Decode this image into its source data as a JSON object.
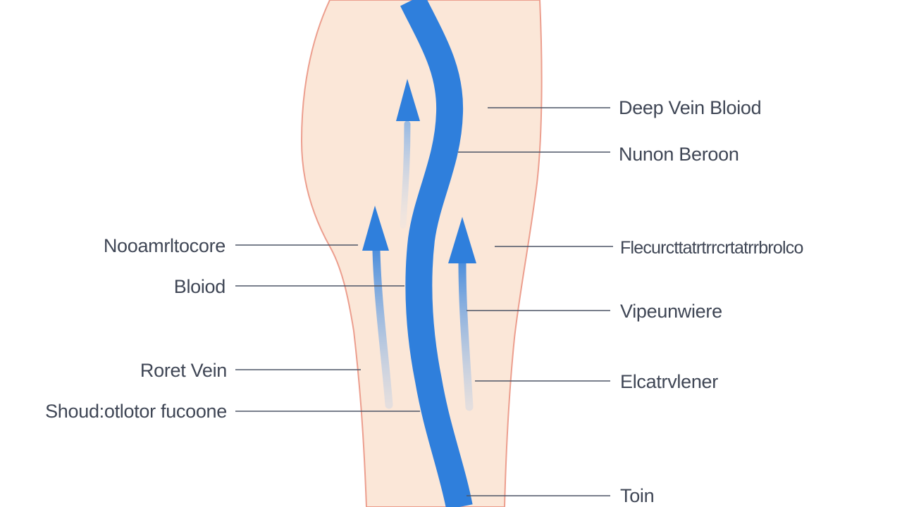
{
  "colors": {
    "background": "#ffffff",
    "skin_fill": "#fbe7d8",
    "skin_outline": "#ec9e8e",
    "vein": "#2f7fdc",
    "arrow": "#2f7fdc",
    "leader_line": "#4d5566",
    "label_text": "#3f4655"
  },
  "icons": {
    "flow_arrows": "up-arrow-icon"
  },
  "labels": {
    "right": [
      "Deep Vein Bloiod",
      "Nunon Beroon",
      "Flecurcttatrtrrcrtatrrbrolco",
      "Vipeunwiere",
      "Elcatrvlener",
      "Toin"
    ],
    "left": [
      "Nooamrltocore",
      "Bloiod",
      "Roret Vein",
      "Shoud:otlotor fucoone"
    ]
  }
}
